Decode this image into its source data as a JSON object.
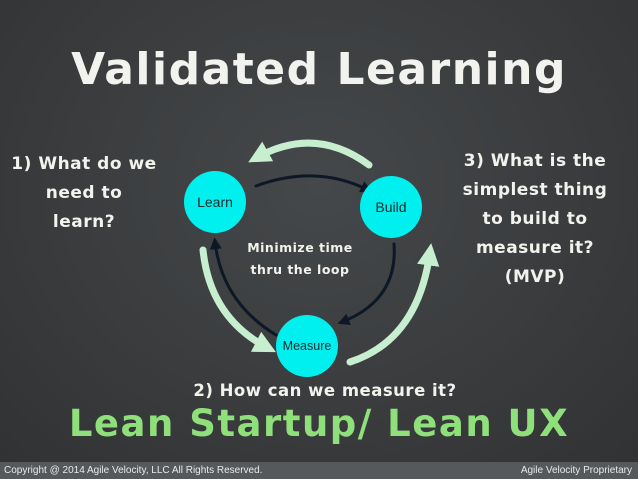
{
  "title": "Validated Learning",
  "questions": {
    "left_lines": [
      "1) What do we",
      "need to",
      "learn?"
    ],
    "right_lines": [
      "3) What is the",
      "simplest thing",
      "to build to",
      "measure it?",
      "(MVP)"
    ],
    "bottom": "2) How can we measure it?"
  },
  "nodes": {
    "learn": "Learn",
    "build": "Build",
    "measure": "Measure"
  },
  "center_note_lines": [
    "Minimize time",
    "thru the loop"
  ],
  "subtitle": "Lean Startup/ Lean UX",
  "footer": {
    "copyright": "Copyright @ 2014 Agile Velocity, LLC All Rights Reserved.",
    "proprietary": "Agile Velocity Proprietary"
  },
  "colors": {
    "node_fill": "#00f0f0",
    "outer_arrow": "#c6eecf",
    "inner_arrow": "#0d1726",
    "subtitle": "#8fe07a"
  }
}
